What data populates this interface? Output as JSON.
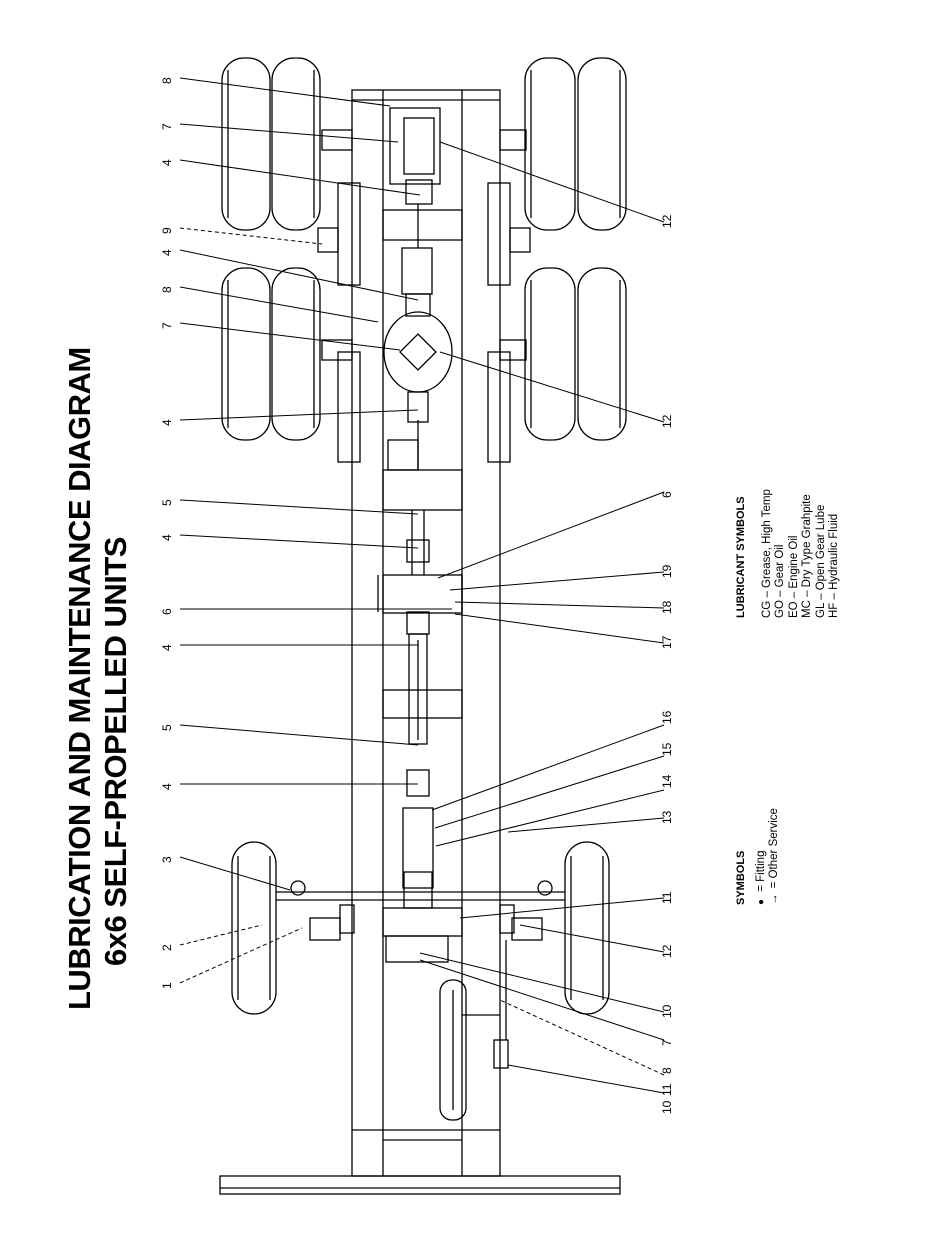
{
  "title": {
    "line1": "LUBRICATION AND MAINTENANCE DIAGRAM",
    "line2": "6x6 SELF-PROPELLED UNITS"
  },
  "symbols": {
    "heading": "SYMBOLS",
    "fitting": "= Fitting",
    "other_service": "= Other Service",
    "fitting_icon": "●",
    "other_icon": "→"
  },
  "lubricant_symbols": {
    "heading": "LUBRICANT SYMBOLS",
    "items": [
      "CG – Grease, High Temp",
      "GO – Gear Oil",
      "EO – Engine Oil",
      "MC – Dry Type Grahpite",
      "GL – Open Gear Lube",
      "HF – Hydraulic Fluid"
    ]
  },
  "callouts_left": [
    "8",
    "7",
    "4",
    "9",
    "4",
    "8",
    "7",
    "4",
    "5",
    "4",
    "6",
    "4",
    "5",
    "4",
    "3",
    "2",
    "1"
  ],
  "callouts_right": [
    "12",
    "12",
    "6",
    "19",
    "18",
    "17",
    "16",
    "15",
    "14",
    "13",
    "11",
    "12",
    "10",
    "7",
    "8",
    "11",
    "10"
  ]
}
